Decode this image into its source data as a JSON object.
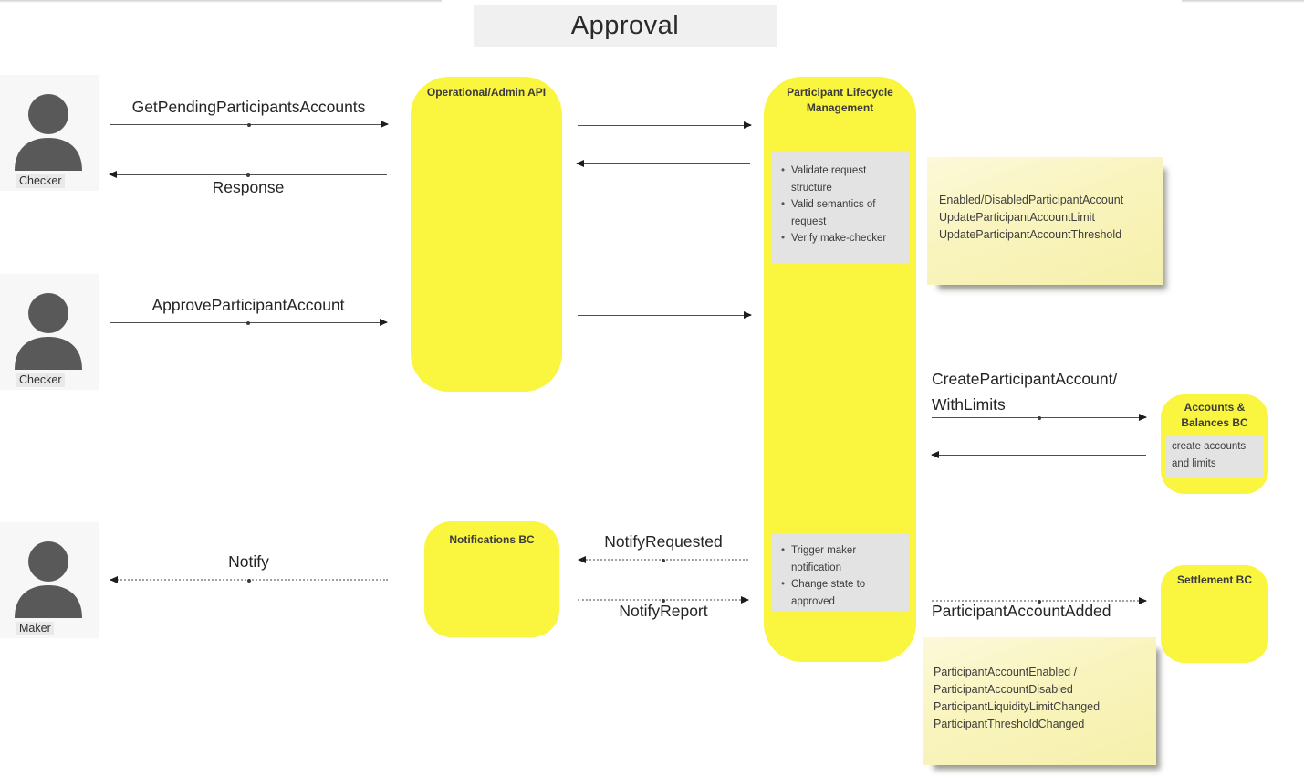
{
  "page_title": "Approval",
  "actors": [
    {
      "label": "Checker"
    },
    {
      "label": "Checker"
    },
    {
      "label": "Maker"
    }
  ],
  "components": {
    "operational_admin_api": {
      "title": "Operational/Admin API"
    },
    "participant_lifecycle_management": {
      "title": "Participant Lifecycle Management",
      "request_validation_note": [
        "Validate request structure",
        "Valid semantics of request",
        "Verify make-checker"
      ],
      "approval_actions_note": [
        "Trigger maker notification",
        "Change state to approved"
      ]
    },
    "notifications_bc": {
      "title": "Notifications BC"
    },
    "accounts_balances_bc": {
      "title": "Accounts & Balances BC",
      "note": "create accounts and limits"
    },
    "settlement_bc": {
      "title": "Settlement BC"
    }
  },
  "messages": {
    "get_pending": "GetPendingParticipantsAccounts",
    "response": "Response",
    "approve": "ApproveParticipantAccount",
    "create_with_limits_line1": "CreateParticipantAccount/",
    "create_with_limits_line2": "WithLimits",
    "notify": "Notify",
    "notify_requested": "NotifyRequested",
    "notify_report": "NotifyReport",
    "participant_account_added": "ParticipantAccountAdded"
  },
  "sticky_notes": {
    "update_commands": [
      "Enabled/DisabledParticipantAccount",
      "UpdateParticipantAccountLimit",
      "UpdateParticipantAccountThreshold"
    ],
    "update_events": [
      "ParticipantAccountEnabled /",
      "ParticipantAccountDisabled",
      "ParticipantLiquidityLimitChanged",
      "ParticipantThresholdChanged"
    ]
  },
  "colors": {
    "component_yellow": "#FAF53F",
    "sticky_yellow": "#F8F3BC",
    "inner_note_gray": "#E3E3E3",
    "actor_background": "#F7F7F7",
    "title_background": "#F0F0F0"
  }
}
